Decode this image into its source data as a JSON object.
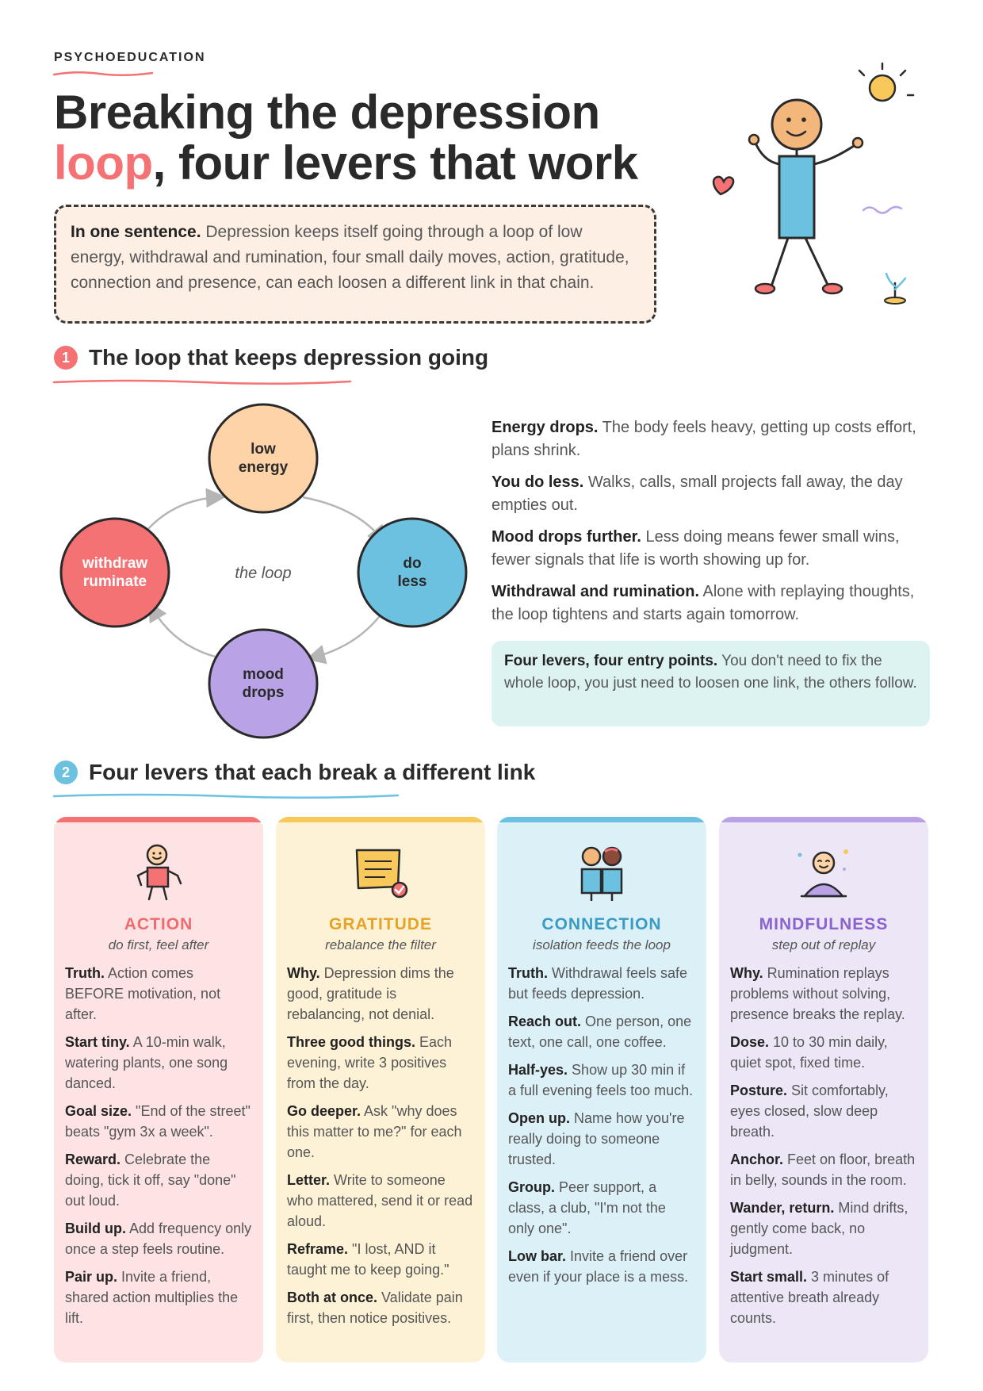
{
  "header": {
    "eyebrow": "PSYCHOEDUCATION",
    "title_line1": "Breaking the depression",
    "title_accent": "loop",
    "title_rest": ", four levers that work"
  },
  "summary": {
    "label": "In one sentence.",
    "text": " Depression keeps itself going through a loop of low energy, withdrawal and rumination, four small daily moves, action, gratitude, connection and presence, can each loosen a different link in that chain."
  },
  "section1": {
    "number": "1",
    "title": "The loop that keeps depression going",
    "center_label": "the loop",
    "nodes": {
      "top": [
        "low",
        "energy"
      ],
      "right": [
        "do",
        "less"
      ],
      "bottom": [
        "mood",
        "drops"
      ],
      "left": [
        "withdraw",
        "ruminate"
      ]
    },
    "steps": [
      {
        "label": "Energy drops.",
        "text": " The body feels heavy, getting up costs effort, plans shrink."
      },
      {
        "label": "You do less.",
        "text": " Walks, calls, small projects fall away, the day empties out."
      },
      {
        "label": "Mood drops further.",
        "text": " Less doing means fewer small wins, fewer signals that life is worth showing up for."
      },
      {
        "label": "Withdrawal and rumination.",
        "text": " Alone with replaying thoughts, the loop tightens and starts again tomorrow."
      }
    ],
    "note_label": "Four levers, four entry points.",
    "note_text": " You don't need to fix the whole loop, you just need to loosen one link, the others follow."
  },
  "section2": {
    "number": "2",
    "title": "Four levers that each break a different link",
    "cards": [
      {
        "title": "ACTION",
        "subtitle": "do first, feel after",
        "icon": "person-icon",
        "items": [
          {
            "label": "Truth.",
            "text": " Action comes BEFORE motivation, not after."
          },
          {
            "label": "Start tiny.",
            "text": " A 10-min walk, watering plants, one song danced."
          },
          {
            "label": "Goal size.",
            "text": " \"End of the street\" beats \"gym 3x a week\"."
          },
          {
            "label": "Reward.",
            "text": " Celebrate the doing, tick it off, say \"done\" out loud."
          },
          {
            "label": "Build up.",
            "text": " Add frequency only once a step feels routine."
          },
          {
            "label": "Pair up.",
            "text": " Invite a friend, shared action multiplies the lift."
          }
        ]
      },
      {
        "title": "GRATITUDE",
        "subtitle": "rebalance the filter",
        "icon": "journal-icon",
        "items": [
          {
            "label": "Why.",
            "text": " Depression dims the good, gratitude is rebalancing, not denial."
          },
          {
            "label": "Three good things.",
            "text": " Each evening, write 3 positives from the day."
          },
          {
            "label": "Go deeper.",
            "text": " Ask \"why does this matter to me?\" for each one."
          },
          {
            "label": "Letter.",
            "text": " Write to someone who mattered, send it or read aloud."
          },
          {
            "label": "Reframe.",
            "text": " \"I lost, AND it taught me to keep going.\""
          },
          {
            "label": "Both at once.",
            "text": " Validate pain first, then notice positives."
          }
        ]
      },
      {
        "title": "CONNECTION",
        "subtitle": "isolation feeds the loop",
        "icon": "two-people-icon",
        "items": [
          {
            "label": "Truth.",
            "text": " Withdrawal feels safe but feeds depression."
          },
          {
            "label": "Reach out.",
            "text": " One person, one text, one call, one coffee."
          },
          {
            "label": "Half-yes.",
            "text": " Show up 30 min if a full evening feels too much."
          },
          {
            "label": "Open up.",
            "text": " Name how you're really doing to someone trusted."
          },
          {
            "label": "Group.",
            "text": " Peer support, a class, a club, \"I'm not the only one\"."
          },
          {
            "label": "Low bar.",
            "text": " Invite a friend over even if your place is a mess."
          }
        ]
      },
      {
        "title": "MINDFULNESS",
        "subtitle": "step out of replay",
        "icon": "meditation-icon",
        "items": [
          {
            "label": "Why.",
            "text": " Rumination replays problems without solving, presence breaks the replay."
          },
          {
            "label": "Dose.",
            "text": " 10 to 30 min daily, quiet spot, fixed time."
          },
          {
            "label": "Posture.",
            "text": " Sit comfortably, eyes closed, slow deep breath."
          },
          {
            "label": "Anchor.",
            "text": " Feet on floor, breath in belly, sounds in the room."
          },
          {
            "label": "Wander, return.",
            "text": " Mind drifts, gently come back, no judgment."
          },
          {
            "label": "Start small.",
            "text": " 3 minutes of attentive breath already counts."
          }
        ]
      }
    ]
  },
  "colors": {
    "red": "#f47274",
    "yellow": "#f8c95a",
    "blue": "#6cc1e0",
    "purple": "#b9a3e6",
    "peach": "#fed3a8"
  }
}
